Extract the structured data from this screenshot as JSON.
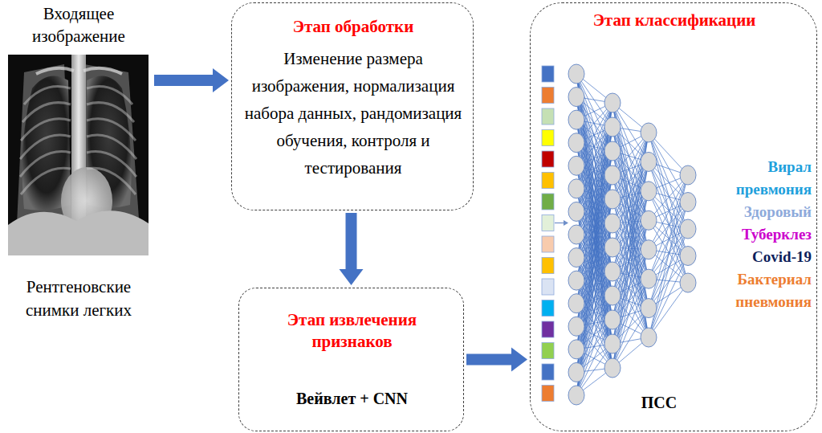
{
  "diagram": {
    "nodes": [
      {
        "text": [
          "Этап обработки",
          "Изменение размера изображения, нормализация набора данных, рандомизация обучения, контроля и тестирования"
        ]
      },
      {
        "text": [
          "Этап извлечения признаков",
          "Вейвлет + CNN"
        ]
      },
      {
        "text": [
          "Этап классификации",
          "Вирал превмония",
          "Здоровый",
          "Туберклез",
          "Covid-19",
          "Бактериал пневмония",
          "ПСС"
        ]
      }
    ],
    "edges": [
      {
        "from": 0,
        "to": 1,
        "arrow": "to"
      },
      {
        "from": 1,
        "to": 2,
        "arrow": "to"
      }
    ],
    "labels": [
      "Входящее изображение",
      "Рентгеновские снимки легких"
    ]
  }
}
